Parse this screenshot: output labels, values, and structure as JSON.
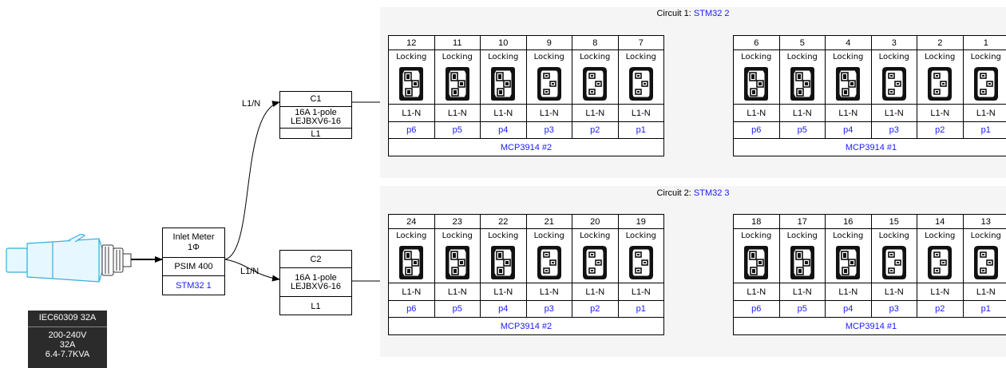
{
  "plug": {
    "icon": "iec60309-plug-icon"
  },
  "legend": {
    "title": "IEC60309 32A",
    "line1": "200-240V",
    "line2": "32A",
    "line3": "6.4-7.7KVA"
  },
  "inlet": {
    "title": "Inlet Meter",
    "phase": "1Φ",
    "model": "PSIM 400",
    "link": "STM32 1"
  },
  "wire_labels": {
    "top": "L1/N",
    "bottom": "L1/N"
  },
  "breakers": [
    {
      "name": "C1",
      "rating": "16A 1-pole",
      "model": "LEJBXV6-16",
      "line": "L1"
    },
    {
      "name": "C2",
      "rating": "16A 1-pole",
      "model": "LEJBXV6-16",
      "line": "L1"
    }
  ],
  "circuits": [
    {
      "prefix": "Circuit 1: ",
      "link": "STM32 2",
      "banks": [
        {
          "meter": "MCP3914 #2",
          "outlets": [
            {
              "num": "12",
              "type": "Locking",
              "line": "L1-N",
              "port": "p6",
              "socket": "c19"
            },
            {
              "num": "11",
              "type": "Locking",
              "line": "L1-N",
              "port": "p5",
              "socket": "c19"
            },
            {
              "num": "10",
              "type": "Locking",
              "line": "L1-N",
              "port": "p4",
              "socket": "c19"
            },
            {
              "num": "9",
              "type": "Locking",
              "line": "L1-N",
              "port": "p3",
              "socket": "c13"
            },
            {
              "num": "8",
              "type": "Locking",
              "line": "L1-N",
              "port": "p2",
              "socket": "c13"
            },
            {
              "num": "7",
              "type": "Locking",
              "line": "L1-N",
              "port": "p1",
              "socket": "c13"
            }
          ]
        },
        {
          "meter": "MCP3914 #1",
          "outlets": [
            {
              "num": "6",
              "type": "Locking",
              "line": "L1-N",
              "port": "p6",
              "socket": "c19"
            },
            {
              "num": "5",
              "type": "Locking",
              "line": "L1-N",
              "port": "p5",
              "socket": "c19"
            },
            {
              "num": "4",
              "type": "Locking",
              "line": "L1-N",
              "port": "p4",
              "socket": "c19"
            },
            {
              "num": "3",
              "type": "Locking",
              "line": "L1-N",
              "port": "p3",
              "socket": "c13"
            },
            {
              "num": "2",
              "type": "Locking",
              "line": "L1-N",
              "port": "p2",
              "socket": "c13"
            },
            {
              "num": "1",
              "type": "Locking",
              "line": "L1-N",
              "port": "p1",
              "socket": "c13"
            }
          ]
        }
      ]
    },
    {
      "prefix": "Circuit 2: ",
      "link": "STM32 3",
      "banks": [
        {
          "meter": "MCP3914 #2",
          "outlets": [
            {
              "num": "24",
              "type": "Locking",
              "line": "L1-N",
              "port": "p6",
              "socket": "c19"
            },
            {
              "num": "23",
              "type": "Locking",
              "line": "L1-N",
              "port": "p5",
              "socket": "c19"
            },
            {
              "num": "22",
              "type": "Locking",
              "line": "L1-N",
              "port": "p4",
              "socket": "c19"
            },
            {
              "num": "21",
              "type": "Locking",
              "line": "L1-N",
              "port": "p3",
              "socket": "c13"
            },
            {
              "num": "20",
              "type": "Locking",
              "line": "L1-N",
              "port": "p2",
              "socket": "c13"
            },
            {
              "num": "19",
              "type": "Locking",
              "line": "L1-N",
              "port": "p1",
              "socket": "c13"
            }
          ]
        },
        {
          "meter": "MCP3914 #1",
          "outlets": [
            {
              "num": "18",
              "type": "Locking",
              "line": "L1-N",
              "port": "p6",
              "socket": "c19"
            },
            {
              "num": "17",
              "type": "Locking",
              "line": "L1-N",
              "port": "p5",
              "socket": "c19"
            },
            {
              "num": "16",
              "type": "Locking",
              "line": "L1-N",
              "port": "p4",
              "socket": "c19"
            },
            {
              "num": "15",
              "type": "Locking",
              "line": "L1-N",
              "port": "p3",
              "socket": "c13"
            },
            {
              "num": "14",
              "type": "Locking",
              "line": "L1-N",
              "port": "p2",
              "socket": "c13"
            },
            {
              "num": "13",
              "type": "Locking",
              "line": "L1-N",
              "port": "p1",
              "socket": "c13"
            }
          ]
        }
      ]
    }
  ]
}
